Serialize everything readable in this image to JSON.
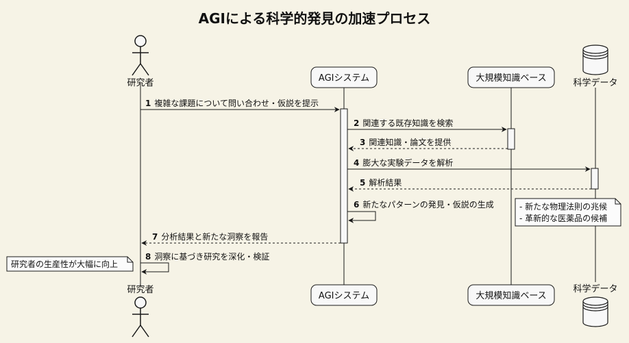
{
  "diagram": {
    "title": "AGIによる科学的発見の加速プロセス",
    "participants": [
      {
        "id": "researcher",
        "label": "研究者",
        "kind": "actor"
      },
      {
        "id": "agi",
        "label": "AGIシステム",
        "kind": "participant"
      },
      {
        "id": "kb",
        "label": "大規模知識ベース",
        "kind": "participant"
      },
      {
        "id": "db",
        "label": "科学データ",
        "kind": "database"
      }
    ],
    "messages": [
      {
        "num": "1",
        "text": "複雑な課題について問い合わせ・仮説を提示",
        "from": "researcher",
        "to": "agi",
        "style": "solid"
      },
      {
        "num": "2",
        "text": "関連する既存知識を検索",
        "from": "agi",
        "to": "kb",
        "style": "solid"
      },
      {
        "num": "3",
        "text": "関連知識・論文を提供",
        "from": "kb",
        "to": "agi",
        "style": "dashed"
      },
      {
        "num": "4",
        "text": "膨大な実験データを解析",
        "from": "agi",
        "to": "db",
        "style": "solid"
      },
      {
        "num": "5",
        "text": "解析結果",
        "from": "db",
        "to": "agi",
        "style": "dashed"
      },
      {
        "num": "6",
        "text": "新たなパターンの発見・仮説の生成",
        "from": "agi",
        "to": "agi",
        "style": "solid"
      },
      {
        "num": "7",
        "text": "分析結果と新たな洞察を報告",
        "from": "agi",
        "to": "researcher",
        "style": "dashed"
      },
      {
        "num": "8",
        "text": "洞察に基づき研究を深化・検証",
        "from": "researcher",
        "to": "researcher",
        "style": "solid"
      }
    ],
    "notes": [
      {
        "id": "note-discovery",
        "lines": [
          "- 新たな物理法則の兆候",
          "- 革新的な医薬品の候補"
        ]
      },
      {
        "id": "note-productivity",
        "lines": [
          "研究者の生産性が大幅に向上"
        ]
      }
    ]
  }
}
